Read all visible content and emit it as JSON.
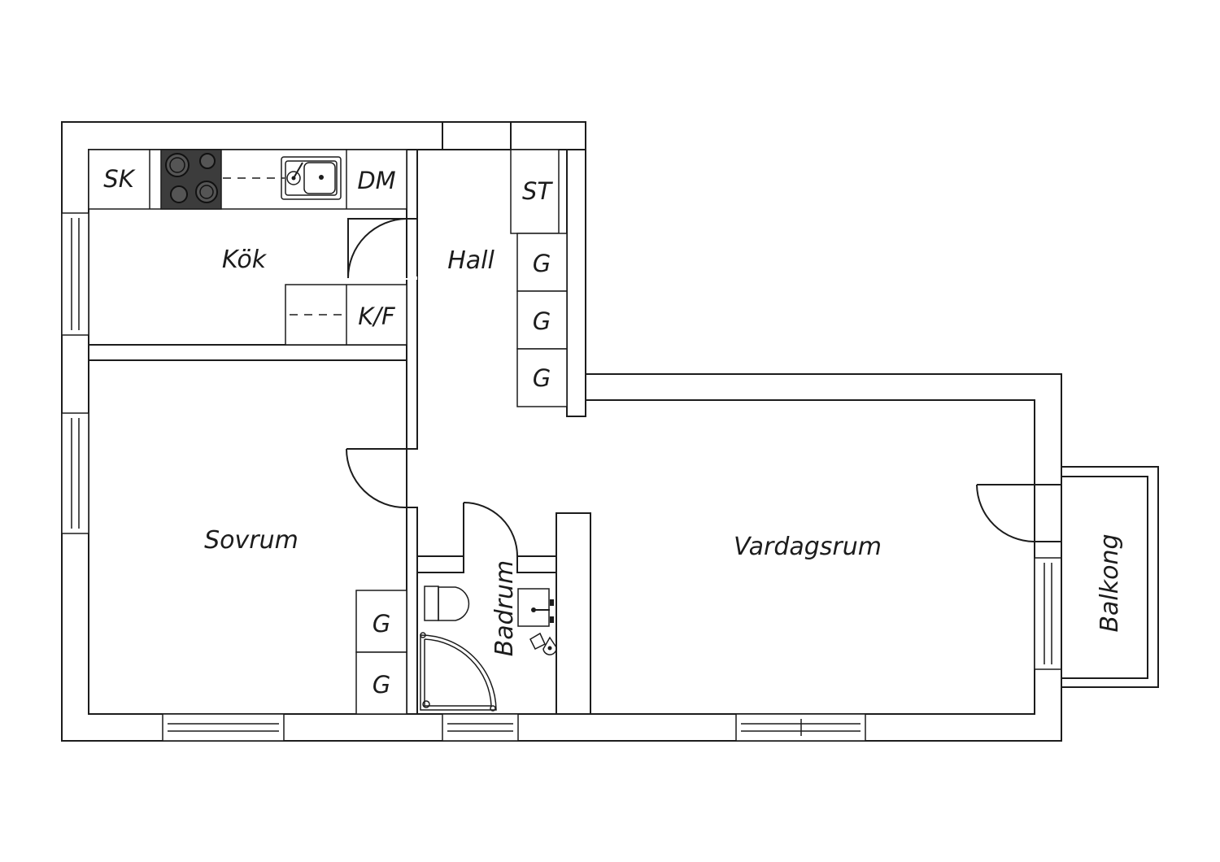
{
  "colors": {
    "line": "#1c1c1c",
    "background": "#ffffff",
    "stove": "#3c3c3c"
  },
  "rooms": {
    "kitchen": "Kök",
    "hall": "Hall",
    "bedroom": "Sovrum",
    "bathroom": "Badrum",
    "living": "Vardagsrum",
    "balcony": "Balkong"
  },
  "fixtures": {
    "sk": "SK",
    "dm": "DM",
    "kf": "K/F",
    "st": "ST",
    "g": "G"
  }
}
